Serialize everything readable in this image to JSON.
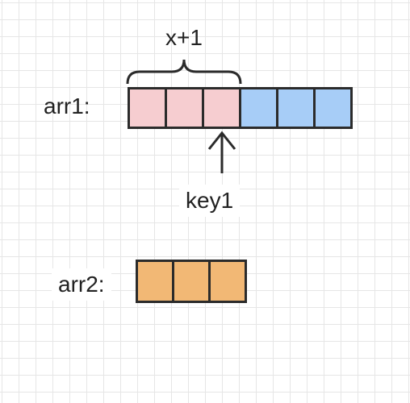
{
  "arrays": {
    "arr1": {
      "label": "arr1:",
      "cell_colors": [
        "#f6cdd0",
        "#f6cdd0",
        "#f6cdd0",
        "#a7cdf7",
        "#a7cdf7",
        "#a7cdf7"
      ]
    },
    "arr2": {
      "label": "arr2:",
      "cell_colors": [
        "#f2b875",
        "#f2b875",
        "#f2b875"
      ]
    }
  },
  "annotations": {
    "brace_label": "x+1",
    "pointer_label": "key1"
  },
  "colors": {
    "outline": "#2b2b2b",
    "grid": "#e6e6e6"
  }
}
